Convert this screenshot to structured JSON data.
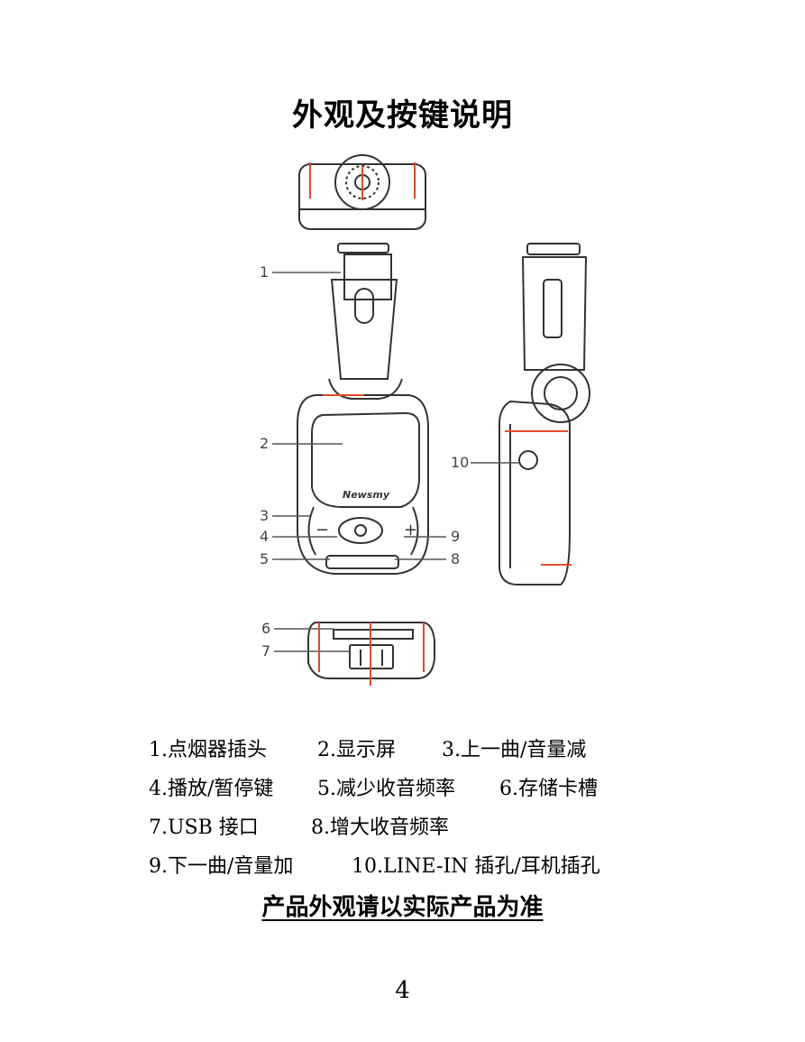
{
  "title": "外观及按键说明",
  "figure": {
    "brand": "Newsmy",
    "callouts": [
      "1",
      "2",
      "3",
      "4",
      "5",
      "6",
      "7",
      "8",
      "9",
      "10"
    ],
    "symbols": {
      "minus": "−",
      "plus": "+"
    }
  },
  "legend": {
    "rows": [
      [
        "1.点烟器插头",
        "2.显示屏",
        "3.上一曲/音量减"
      ],
      [
        "4.播放/暂停键",
        "5.减少收音频率",
        "6.存储卡槽"
      ],
      [
        "7.USB 接口",
        "8.增大收音频率"
      ],
      [
        "9.下一曲/音量加",
        "10.LINE-IN 插孔/耳机插孔"
      ]
    ]
  },
  "note": "产品外观请以实际产品为准",
  "page_number": "4",
  "colors": {
    "accent_line": "#e04a2a",
    "outline": "#333333"
  }
}
